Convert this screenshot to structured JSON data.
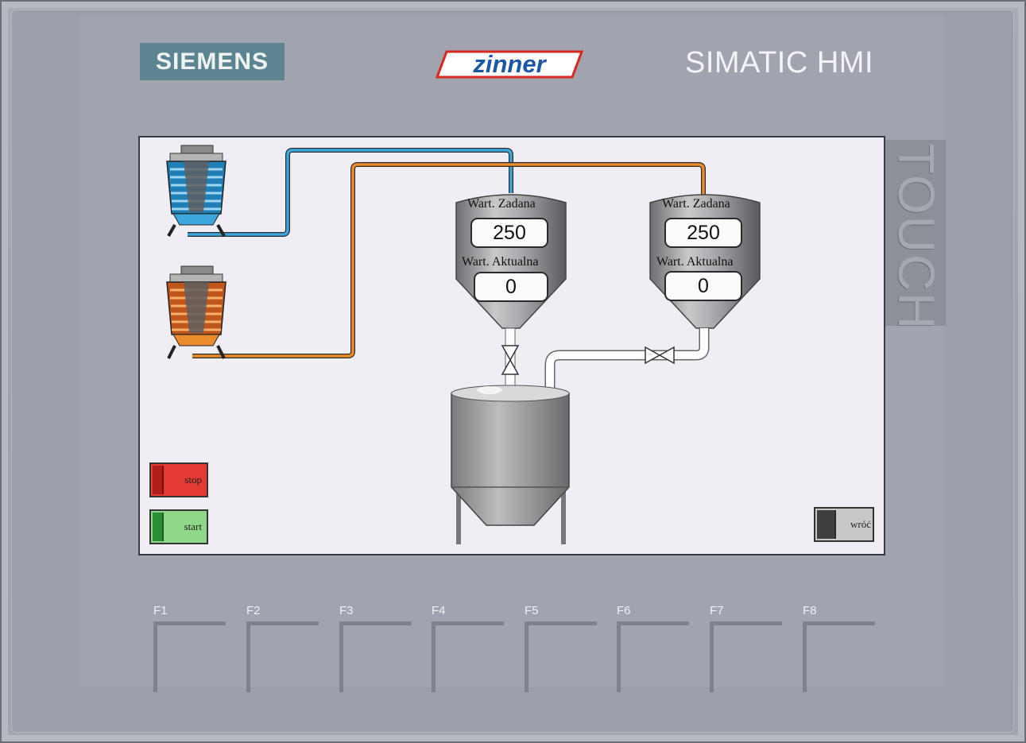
{
  "device": {
    "brand_logo": "SIEMENS",
    "customer_logo": "zinner",
    "product_name": "SIMATIC HMI",
    "touch_label": "TOUCH",
    "colors": {
      "bezel": "#a1a3ae",
      "siemens_plate": "#5d8591",
      "zinner_blue": "#1c57a6",
      "zinner_red": "#d9281f"
    }
  },
  "hmi_screen": {
    "background": "#f0eef4",
    "pipe_colors": {
      "cold_line": "#3ba7dd",
      "warm_line": "#ea8c2c",
      "outlet_line": "#ffffff"
    },
    "silos": [
      {
        "setpoint_label": "Wart. Zadana",
        "setpoint_value": "250",
        "actual_label": "Wart. Aktualna",
        "actual_value": "0"
      },
      {
        "setpoint_label": "Wart. Zadana",
        "setpoint_value": "250",
        "actual_label": "Wart. Aktualna",
        "actual_value": "0"
      }
    ],
    "buttons": {
      "stop": "stop",
      "start": "start",
      "back": "wróć"
    }
  },
  "function_keys": [
    "F1",
    "F2",
    "F3",
    "F4",
    "F5",
    "F6",
    "F7",
    "F8"
  ]
}
